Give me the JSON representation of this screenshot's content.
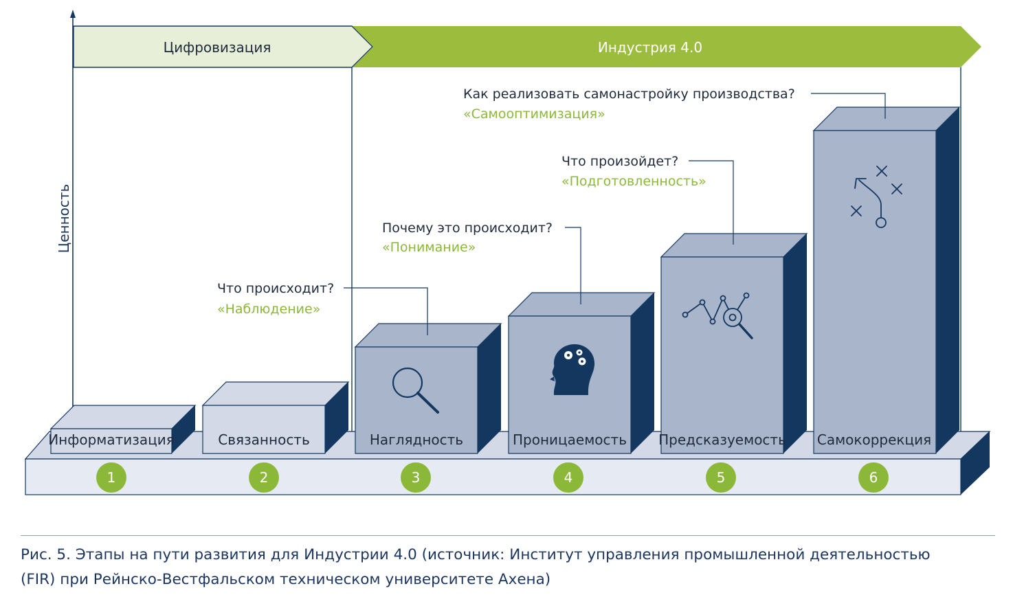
{
  "axis": {
    "y_label": "Ценность"
  },
  "phases": [
    {
      "label": "Цифровизация"
    },
    {
      "label": "Индустрия 4.0"
    }
  ],
  "stages": [
    {
      "number": "1",
      "label": "Информатизация",
      "question": "",
      "keyword": "",
      "icon": ""
    },
    {
      "number": "2",
      "label": "Связанность",
      "question": "Что происходит?",
      "keyword": "«Наблюдение»",
      "icon": ""
    },
    {
      "number": "3",
      "label": "Наглядность",
      "question": "Почему это происходит?",
      "keyword": "«Понимание»",
      "icon": "magnifier-icon"
    },
    {
      "number": "4",
      "label": "Проницаемость",
      "question": "Что произойдет?",
      "keyword": "«Подготовленность»",
      "icon": "head-gears-icon"
    },
    {
      "number": "5",
      "label": "Предсказуемость",
      "question": "Как реализовать самонастройку производства?",
      "keyword": "«Самооптимизация»",
      "icon": "trend-search-icon"
    },
    {
      "number": "6",
      "label": "Самокоррекция",
      "question": "",
      "keyword": "",
      "icon": "strategy-play-icon"
    }
  ],
  "caption": {
    "line1": "Рис. 5. Этапы на пути развития для Индустрии 4.0 (источник: Институт управления промышленной деятельностью",
    "line2": "(FIR) при Рейнско-Вестфальском техническом университете Ахена)"
  },
  "colors": {
    "navy": "#13375f",
    "block_front": "#a9b5cb",
    "block_light": "#d3d9e6",
    "green": "#9cbc3e",
    "green_light": "#e8efd9",
    "badge": "#8cb83a",
    "keyword": "#8cb83a"
  }
}
